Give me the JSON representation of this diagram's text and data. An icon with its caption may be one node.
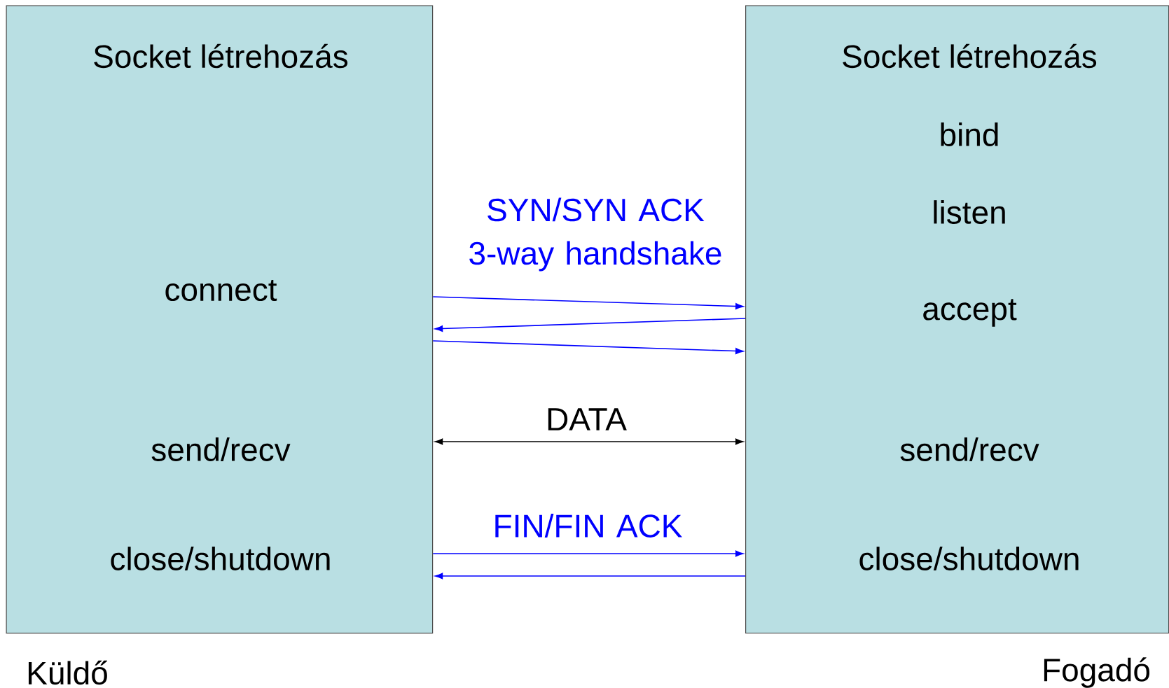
{
  "diagram": {
    "nodes": [
      {
        "text": [
          "Socket létrehozás",
          "connect",
          "send/recv",
          "close/shutdown"
        ],
        "beside": [
          "Küldő"
        ]
      },
      {
        "text": [
          "Socket létrehozás",
          "bind",
          "listen",
          "accept",
          "send/recv",
          "close/shutdown"
        ],
        "beside": [
          "Fogadó"
        ]
      }
    ],
    "edges": [
      {
        "from": 0,
        "to": 1,
        "arrow": "to",
        "label": "SYN/SYN ACK 3-way handshake"
      },
      {
        "from": 1,
        "to": 0,
        "arrow": "to"
      },
      {
        "from": 0,
        "to": 1,
        "arrow": "to"
      },
      {
        "from": 0,
        "to": 1,
        "arrow": "both",
        "label": "DATA",
        "color": "#000000"
      },
      {
        "from": 0,
        "to": 1,
        "arrow": "to",
        "label": "FIN/FIN ACK"
      },
      {
        "from": 1,
        "to": 0,
        "arrow": "to"
      }
    ]
  }
}
